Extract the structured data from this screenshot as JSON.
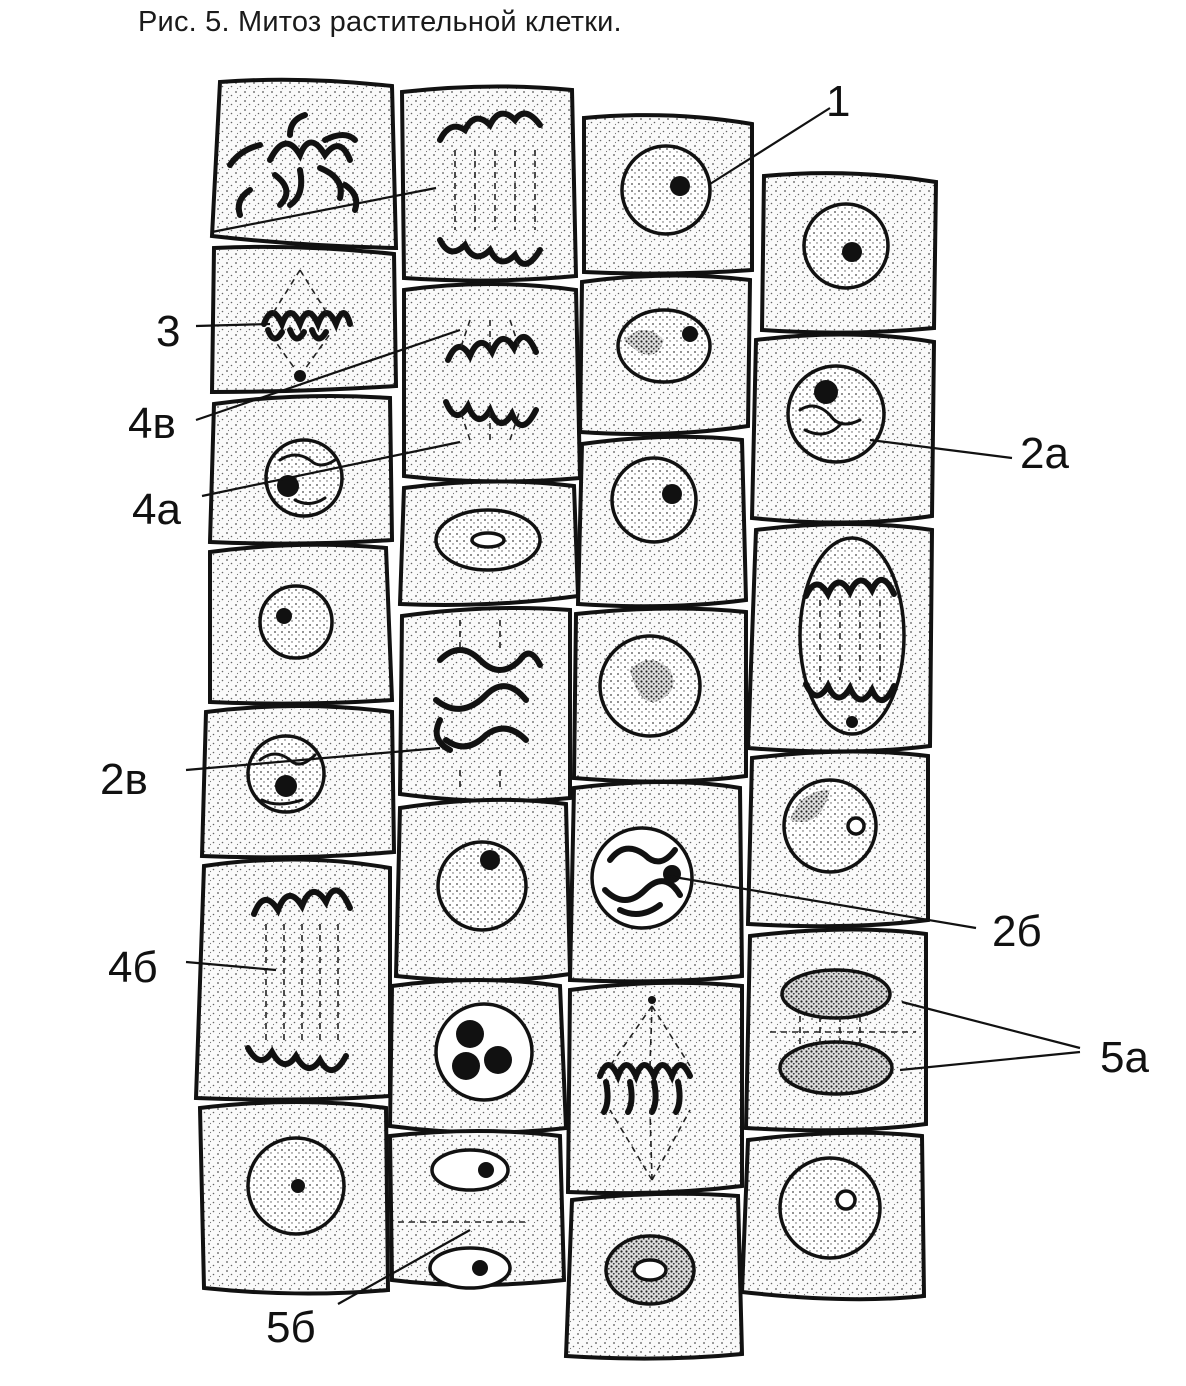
{
  "title": "Рис. 5. Митоз растительной клетки.",
  "labels": {
    "l1": "1",
    "l2a": "2а",
    "l2b": "2б",
    "l2v": "2в",
    "l3": "3",
    "l4a": "4а",
    "l4b": "4б",
    "l4v": "4в",
    "l5a": "5а",
    "l5b": "5б"
  },
  "colors": {
    "ink": "#111111",
    "cell_fill": "#f2f2f2"
  }
}
